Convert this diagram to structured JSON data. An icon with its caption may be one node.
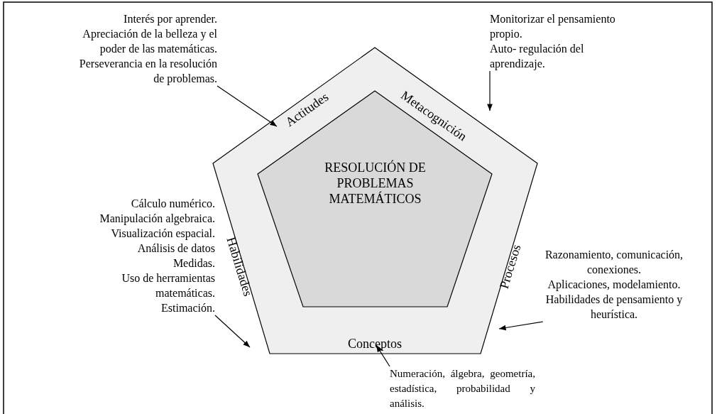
{
  "diagram": {
    "nodes": [
      {
        "text": [
          "Actitudes",
          "Metacognición",
          "Habilidades",
          "Procesos",
          "Conceptos"
        ]
      },
      {
        "text": [
          "RESOLUCIÓN DE PROBLEMAS MATEMÁTICOS"
        ],
        "in": 0
      },
      {
        "text": [
          "Interés por aprender.",
          "Apreciación de la belleza y el poder de las matemáticas.",
          "Perseverancia en la resolución de problemas."
        ]
      },
      {
        "text": [
          "Monitorizar el pensamiento propio.",
          "Auto- regulación del aprendizaje."
        ]
      },
      {
        "text": [
          "Cálculo numérico.",
          "Manipulación algebraica.",
          "Visualización espacial.",
          "Análisis de datos",
          "Medidas.",
          "Uso de herramientas matemáticas.",
          "Estimación."
        ]
      },
      {
        "text": [
          "Razonamiento, comunicación, conexiones.",
          "Aplicaciones, modelamiento.",
          "Habilidades de pensamiento y heurística."
        ]
      },
      {
        "text": [
          "Numeración, álgebra, geometría, estadística, probabilidad y análisis."
        ]
      }
    ],
    "edges": [
      {
        "from": 2,
        "to": 0,
        "arrow": "to"
      },
      {
        "from": 3,
        "to": 0,
        "arrow": "to"
      },
      {
        "from": 4,
        "to": 0,
        "arrow": "to"
      },
      {
        "from": 5,
        "to": 0,
        "arrow": "to"
      },
      {
        "from": 6,
        "to": 0,
        "arrow": "to"
      }
    ]
  }
}
